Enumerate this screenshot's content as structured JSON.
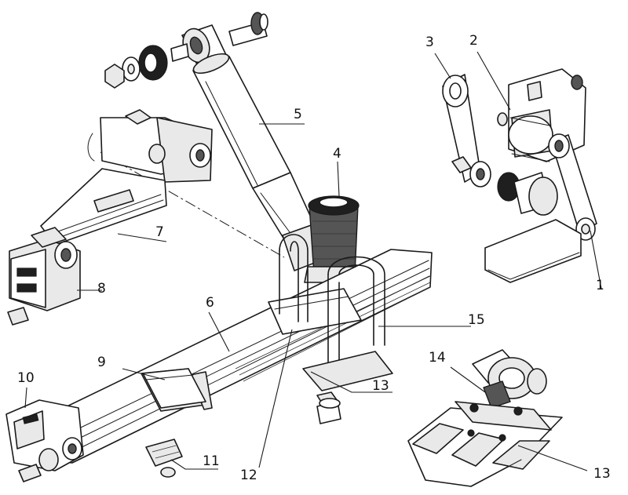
{
  "labels": {
    "n1": "1",
    "n2": "2",
    "n3": "3",
    "n4": "4",
    "n5": "5",
    "n6": "6",
    "n7": "7",
    "n8": "8",
    "n9": "9",
    "n10": "10",
    "n11": "11",
    "n12": "12",
    "n13a": "13",
    "n13b": "13",
    "n14": "14",
    "n15": "15"
  }
}
